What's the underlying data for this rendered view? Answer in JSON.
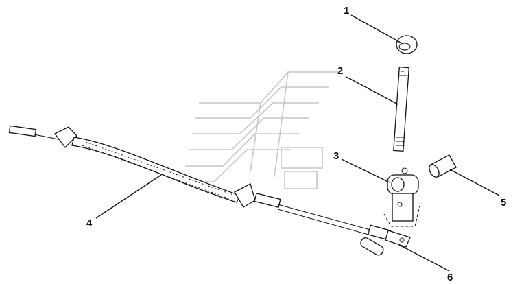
{
  "diagram": {
    "callouts": [
      {
        "id": "1",
        "label": "1"
      },
      {
        "id": "2",
        "label": "2"
      },
      {
        "id": "3",
        "label": "3"
      },
      {
        "id": "4",
        "label": "4"
      },
      {
        "id": "5",
        "label": "5"
      },
      {
        "id": "6",
        "label": "6"
      }
    ],
    "parts": [
      {
        "callout": "1",
        "icon": "knob-icon"
      },
      {
        "callout": "2",
        "icon": "lever-rod-icon"
      },
      {
        "callout": "3",
        "icon": "pivot-bracket-icon"
      },
      {
        "callout": "4",
        "icon": "control-cable-icon"
      },
      {
        "callout": "5",
        "icon": "bushing-icon"
      },
      {
        "callout": "6",
        "icon": "clevis-end-icon"
      }
    ],
    "watermark": {
      "icon": "brand-watermark-icon",
      "color": "#c7c7c7"
    },
    "line_color": "#111111",
    "background": "#ffffff"
  }
}
